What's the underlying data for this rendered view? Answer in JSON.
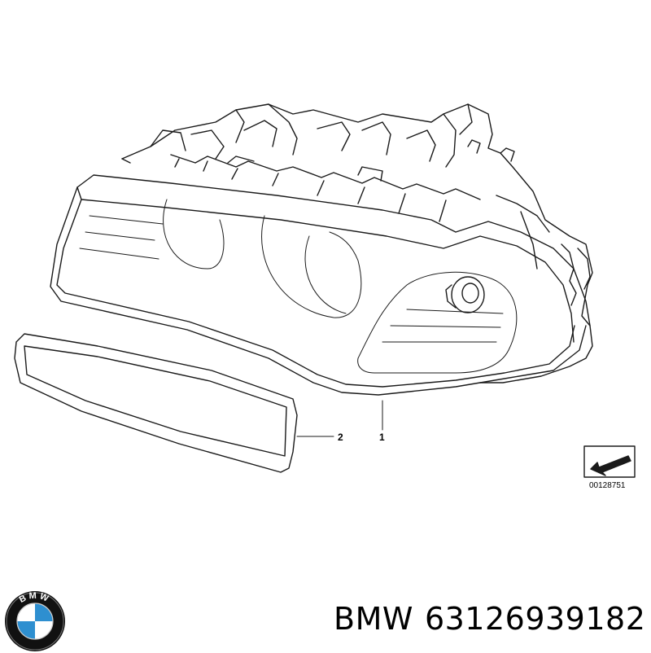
{
  "callouts": {
    "headlight": "1",
    "trim_strip": "2"
  },
  "reference_code": "00128751",
  "caption": {
    "brand": "BMW",
    "part_number": "63126939182"
  },
  "logo_letters": "BMW",
  "colors": {
    "line": "#1a1a1a",
    "logo_blue": "#2e8fd0",
    "logo_ring": "#111111"
  }
}
